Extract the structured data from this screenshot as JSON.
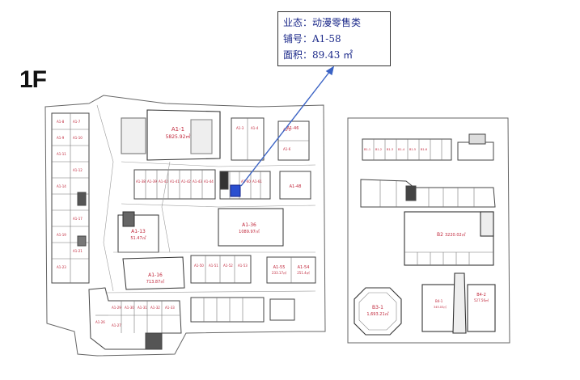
{
  "floor": {
    "label": "1F"
  },
  "info": {
    "type_line": "业态：动漫零售类",
    "shop_line": "铺号：A1-58",
    "area_line": "面积：89.43 ㎡"
  },
  "highlight_color": "#2a4fd0",
  "units": [
    {
      "id": "A1-1",
      "area": "5825.92㎡"
    },
    {
      "id": "A1-36",
      "area": "1089.97㎡"
    },
    {
      "id": "A1-13",
      "area": "51.47㎡"
    },
    {
      "id": "A1-16",
      "area": "713.87㎡"
    },
    {
      "id": "A1-55",
      "area": "233.17㎡"
    },
    {
      "id": "A1-54",
      "area": "251.4㎡"
    },
    {
      "id": "A1-46",
      "area": ""
    },
    {
      "id": "A1-48",
      "area": ""
    },
    {
      "id": "B2",
      "area": "3220.02㎡"
    },
    {
      "id": "B3-1",
      "area": "1,693.21㎡"
    },
    {
      "id": "B4-2",
      "area": "527.56㎡"
    },
    {
      "id": "B4-1",
      "area": "345.03㎡"
    }
  ]
}
